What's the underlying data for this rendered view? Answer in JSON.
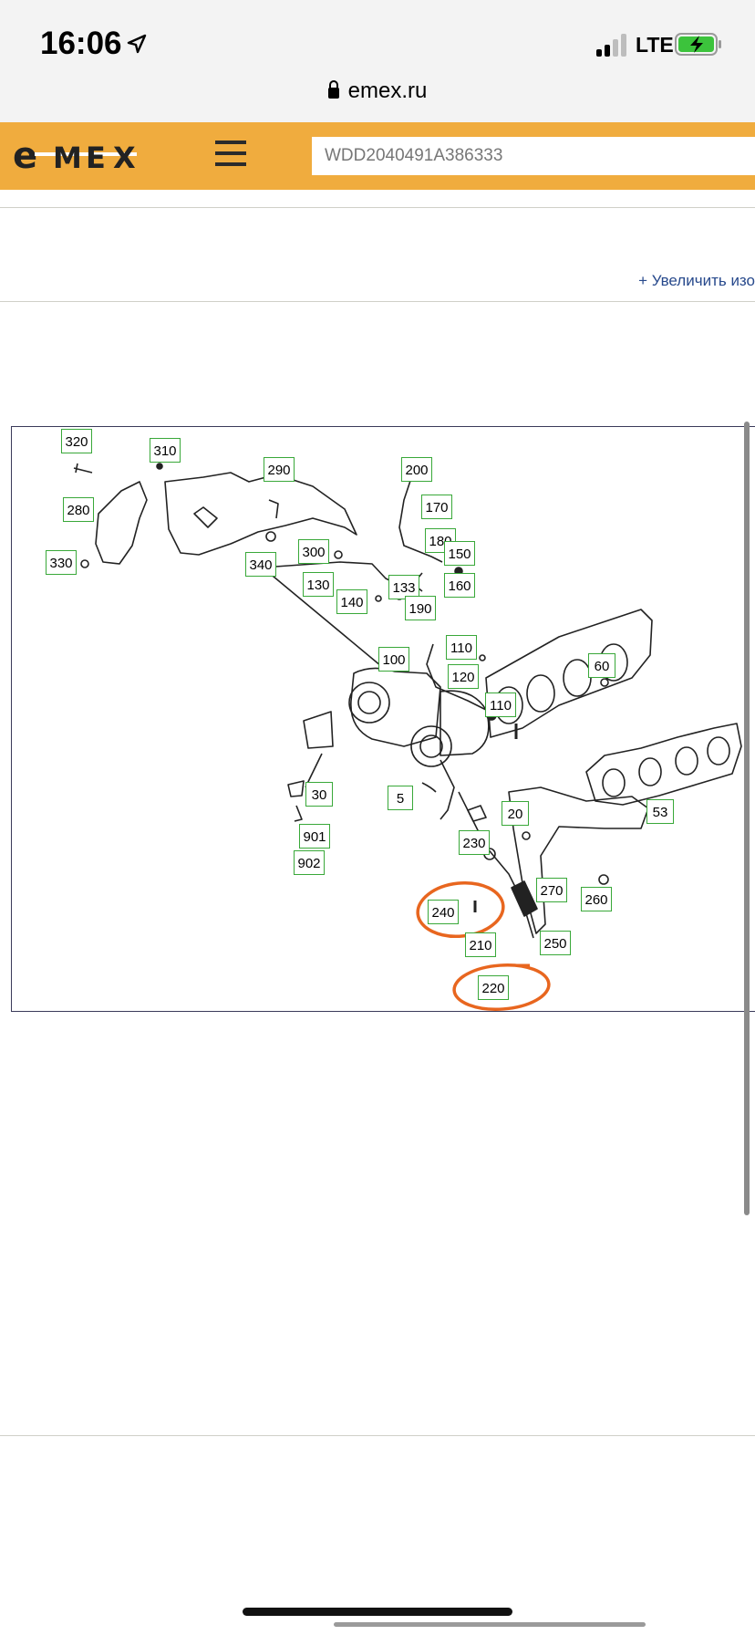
{
  "status_bar": {
    "time": "16:06",
    "network": "LTE"
  },
  "browser": {
    "url": "emex.ru"
  },
  "header": {
    "logo_text": "emex",
    "search_value": "WDD2040491A386333"
  },
  "zoom_link": "+ Увеличить изо",
  "diagram": {
    "callouts": [
      "320",
      "310",
      "290",
      "280",
      "200",
      "170",
      "180",
      "330",
      "340",
      "300",
      "150",
      "130",
      "133",
      "160",
      "140",
      "190",
      "100",
      "110",
      "60",
      "120",
      "110",
      "30",
      "5",
      "20",
      "53",
      "901",
      "230",
      "902",
      "270",
      "260",
      "240",
      "210",
      "250",
      "220"
    ],
    "circled_callouts": [
      "240",
      "220"
    ],
    "annotation_color": "#e8661f",
    "label_border_color": "#39a839"
  },
  "colors": {
    "brand": "#f0ac3e",
    "link": "#27498c"
  }
}
